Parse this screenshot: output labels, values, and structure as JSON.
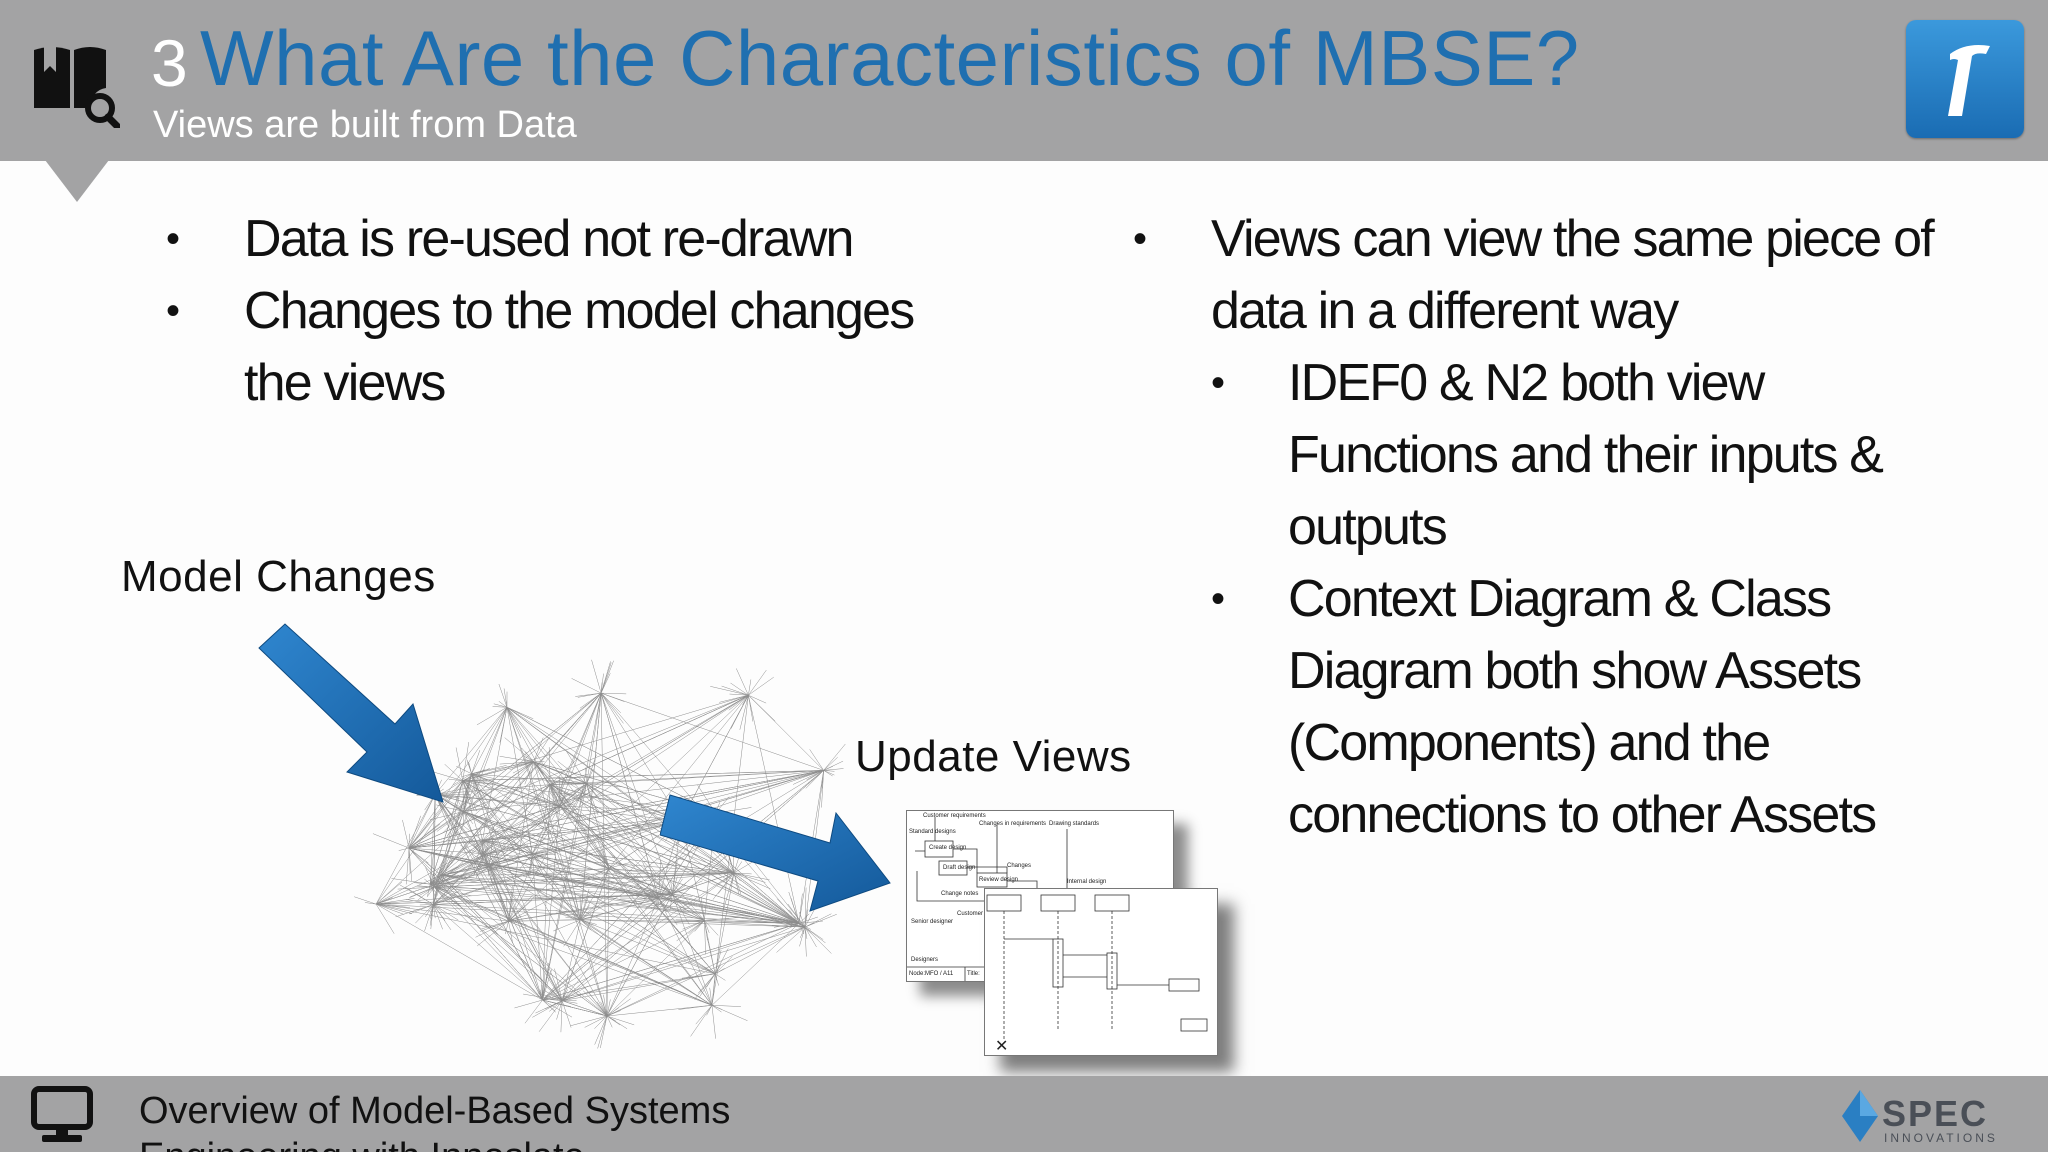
{
  "header": {
    "slide_number": "3",
    "title": "What Are the Characteristics of MBSE?",
    "subtitle": "Views are built from Data",
    "section_icon": "book-search-icon",
    "logo_icon": "innoslate-logo-icon",
    "colors": {
      "bar": "#a3a3a4",
      "title": "#1f6fb0",
      "logo": "#2a82c8"
    }
  },
  "left_bullets": [
    {
      "lines": [
        "Data is re-used not re-drawn"
      ]
    },
    {
      "lines": [
        "Changes to the model changes",
        "the views"
      ]
    }
  ],
  "right_bullets": {
    "main": {
      "lines": [
        "Views can view the same piece of",
        "data in a different way"
      ]
    },
    "sub": [
      {
        "lines": [
          "IDEF0 & N2 both view",
          "Functions and their inputs &",
          "outputs"
        ]
      },
      {
        "lines": [
          "Context Diagram & Class",
          "Diagram both show Assets",
          "(Components) and the",
          "connections to other Assets"
        ]
      }
    ]
  },
  "labels": {
    "model_changes": "Model Changes",
    "update_views": "Update Views"
  },
  "diagram_text": {
    "customer_requirements": "Customer requirements",
    "changes_in_requirements": "Changes in requirements",
    "drawing_standards": "Drawing standards",
    "standard_designs": "Standard designs",
    "create_design": "Create design",
    "draft_design": "Draft design",
    "review_design": "Review design",
    "changes": "Changes",
    "change_notes": "Change notes",
    "internal_design": "Internal design",
    "customer": "Customer",
    "senior_designer": "Senior designer",
    "designers": "Designers",
    "node": "Node:",
    "node_value": "MFO / A11",
    "title_label": "Title:",
    "close_mark": "✕"
  },
  "footer": {
    "text": "Overview of Model-Based Systems Engineering with Innoslate",
    "icon": "monitor-icon",
    "brand": "SPEC",
    "brand_sub": "INNOVATIONS"
  }
}
